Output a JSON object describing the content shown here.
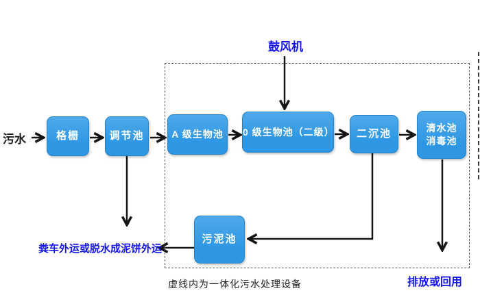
{
  "diagram": {
    "influent_label": "污水",
    "blower_label": "鼓风机",
    "nodes": {
      "grid": {
        "label": "格栅"
      },
      "regulating": {
        "label": "调节池"
      },
      "a_bio": {
        "label": "A 级生物池"
      },
      "o_bio": {
        "label": "0 级生物池（二级）"
      },
      "secondary_sed": {
        "label": "二沉池"
      },
      "clear_tank": {
        "line1": "清水池",
        "line2": "消毒池"
      },
      "sludge": {
        "label": "污泥池"
      }
    },
    "sludge_out_label": "粪车外运或脱水成泥饼外运",
    "dashed_caption": "虚线内为一体化污水处理设备",
    "discharge_label": "排放或回用",
    "colors": {
      "box_fill": "#2d97e4",
      "box_top": "#4fa9ea",
      "box_border": "#2482c8",
      "blue_text": "#1414ee",
      "line": "#141414"
    }
  }
}
